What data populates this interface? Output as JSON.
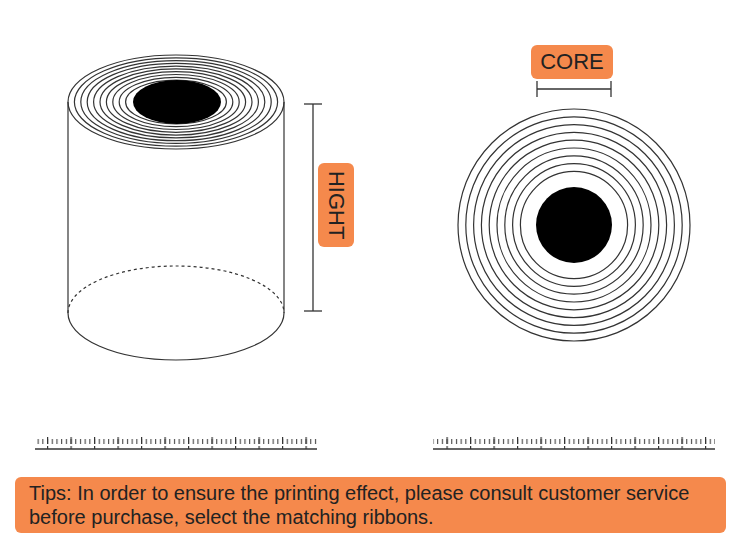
{
  "diagram": {
    "nodes": [
      {
        "text": [
          "CORE"
        ]
      },
      {
        "text": [
          "HIGHT"
        ]
      },
      {
        "text": [
          "Tips: In order to ensure the printing effect, please consult customer service before purchase, select the matching ribbons."
        ]
      }
    ]
  }
}
